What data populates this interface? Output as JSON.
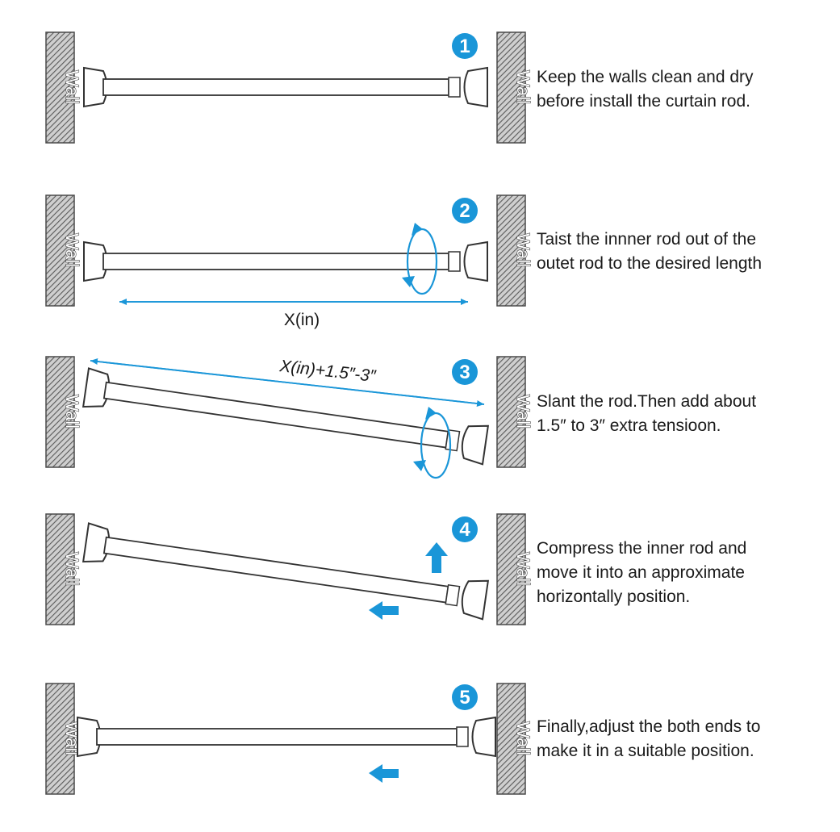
{
  "wall_label": "Wall",
  "accent_color": "#1a96d8",
  "steps": [
    {
      "number": "1",
      "line1": "Keep the walls clean and dry",
      "line2": "before install the curtain rod.",
      "line3": ""
    },
    {
      "number": "2",
      "line1": "Taist the innner rod out of the",
      "line2": "outet rod to the desired length",
      "line3": "",
      "dimension_label": "X(in)"
    },
    {
      "number": "3",
      "line1": "Slant the rod.Then add about",
      "line2": "1.5″ to 3″ extra tensioon.",
      "line3": "",
      "dimension_label": "X(in)+1.5″-3″"
    },
    {
      "number": "4",
      "line1": "Compress the inner rod and",
      "line2": "move it into an approximate",
      "line3": "horizontally position."
    },
    {
      "number": "5",
      "line1": "Finally,adjust the both ends to",
      "line2": "make it in a suitable position.",
      "line3": ""
    }
  ]
}
